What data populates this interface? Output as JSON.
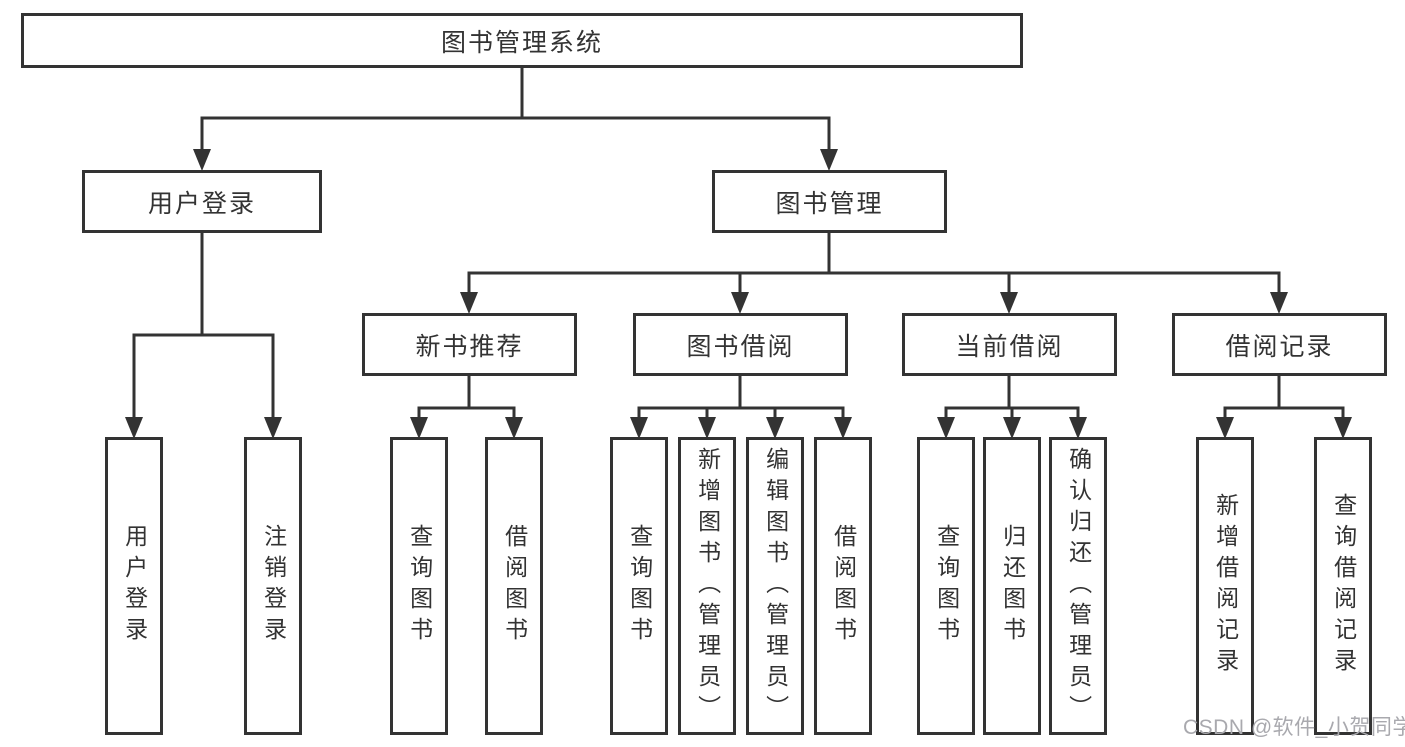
{
  "tree": {
    "label": "图书管理系统",
    "children": [
      {
        "label": "用户登录",
        "children": [
          {
            "label": "用户登录"
          },
          {
            "label": "注销登录"
          }
        ]
      },
      {
        "label": "图书管理",
        "children": [
          {
            "label": "新书推荐",
            "children": [
              {
                "label": "查询图书"
              },
              {
                "label": "借阅图书"
              }
            ]
          },
          {
            "label": "图书借阅",
            "children": [
              {
                "label": "查询图书"
              },
              {
                "label": "新增图书（管理员）"
              },
              {
                "label": "编辑图书（管理员）"
              },
              {
                "label": "借阅图书"
              }
            ]
          },
          {
            "label": "当前借阅",
            "children": [
              {
                "label": "查询图书"
              },
              {
                "label": "归还图书"
              },
              {
                "label": "确认归还（管理员）"
              }
            ]
          },
          {
            "label": "借阅记录",
            "children": [
              {
                "label": "新增借阅记录"
              },
              {
                "label": "查询借阅记录"
              }
            ]
          }
        ]
      }
    ]
  },
  "watermark": "CSDN @软件_小贺同学",
  "colors": {
    "line": "#333333",
    "text": "#333333",
    "background": "#ffffff",
    "watermark": "#a9a9ae"
  }
}
